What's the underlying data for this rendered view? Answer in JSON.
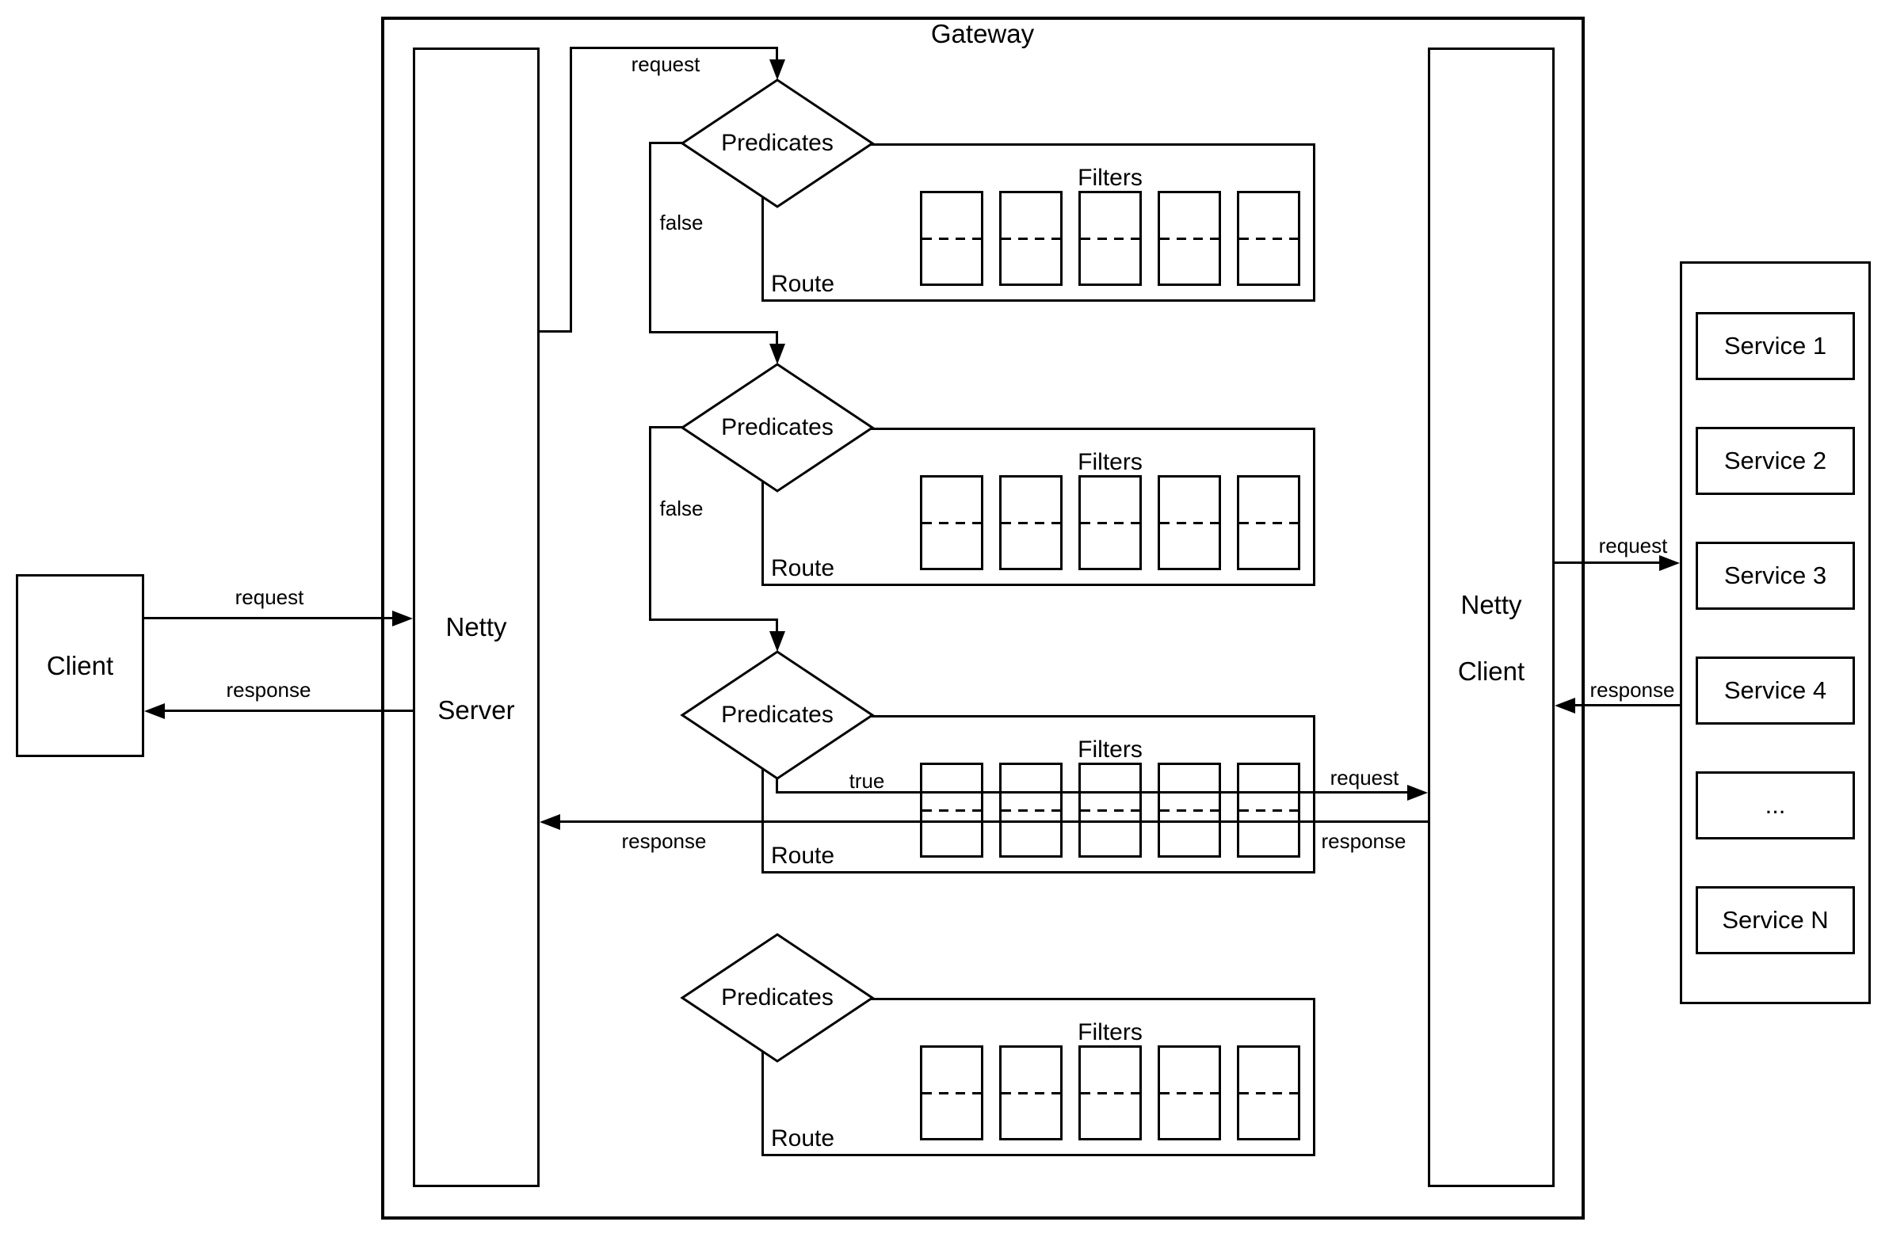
{
  "diagram": {
    "title": "Gateway",
    "client": {
      "label": "Client"
    },
    "netty_server": {
      "line1": "Netty",
      "line2": "Server"
    },
    "netty_client": {
      "line1": "Netty",
      "line2": "Client"
    },
    "edge_labels": {
      "client_request": "request",
      "client_response": "response",
      "entry_request": "request",
      "false_row1": "false",
      "false_row2": "false",
      "true_row3": "true",
      "row3_request": "request",
      "row3_response_left": "response",
      "row3_response_right": "response",
      "services_request": "request",
      "services_response": "response"
    },
    "rows": [
      {
        "predicate": "Predicates",
        "filters": "Filters",
        "route": "Route"
      },
      {
        "predicate": "Predicates",
        "filters": "Filters",
        "route": "Route"
      },
      {
        "predicate": "Predicates",
        "filters": "Filters",
        "route": "Route"
      },
      {
        "predicate": "Predicates",
        "filters": "Filters",
        "route": "Route"
      }
    ],
    "services": {
      "items": [
        "Service 1",
        "Service 2",
        "Service 3",
        "Service 4",
        "...",
        "Service N"
      ]
    },
    "colors": {
      "stroke": "#000000",
      "canvas": "#ffffff"
    }
  }
}
